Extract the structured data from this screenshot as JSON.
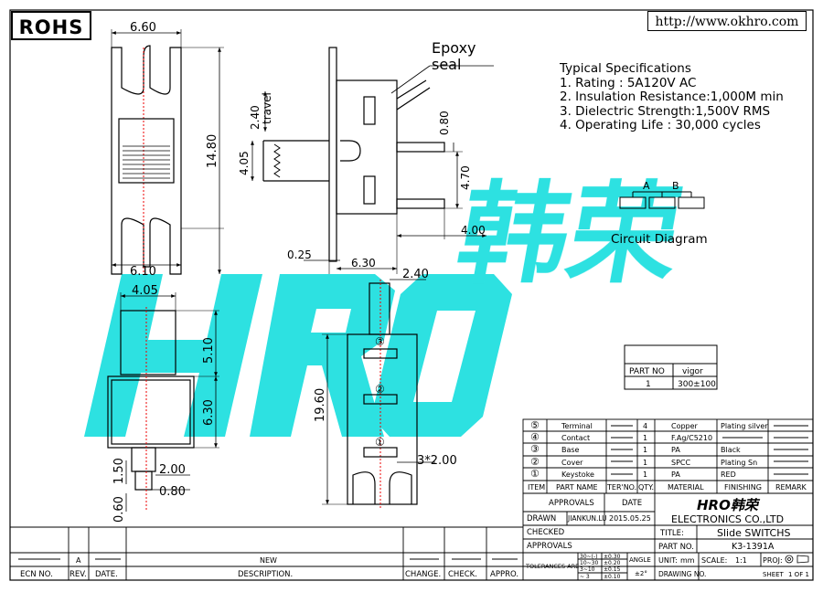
{
  "header": {
    "rohs_label": "ROHS",
    "url": "http://www.okhro.com"
  },
  "watermark": {
    "logo_letters": "HRO",
    "logo_chinese": "韩荣",
    "color": "#22e0e0"
  },
  "drawing": {
    "top_view": {
      "dims": {
        "width_top": "6.60",
        "height": "14.80",
        "width_bottom": "6.10"
      }
    },
    "side_view": {
      "epoxy_label_line1": "Epoxy",
      "epoxy_label_line2": "seal",
      "dims": {
        "travel_value": "2.40",
        "travel_label": "travel",
        "actuator_height": "4.05",
        "pin_thickness": "0.80",
        "pin_pitch": "4.70",
        "pin_length": "4.00",
        "plate_thickness": "0.25",
        "body_depth": "6.30"
      }
    },
    "front_view": {
      "dims": {
        "actuator_width": "4.05",
        "actuator_height": "5.10",
        "body_height": "6.30",
        "pin_1_50": "1.50",
        "pin_2_00": "2.00",
        "pin_0_80": "0.80",
        "pin_0_60": "0.60"
      }
    },
    "bottom_view": {
      "dims": {
        "top_width": "2.40",
        "length": "19.60",
        "pitch": "3*2.00"
      },
      "pin_labels": [
        "③",
        "②",
        "①"
      ]
    },
    "specifications": {
      "title": "Typical Specifications",
      "items": [
        "1. Rating : 5A120V AC",
        "2. Insulation Resistance:1,000M min",
        "3. Dielectric Strength:1,500V RMS",
        "4. Operating Life : 30,000 cycles"
      ]
    },
    "circuit": {
      "label_a": "A",
      "label_b": "B",
      "caption": "Circuit Diagram"
    }
  },
  "part_no_table": {
    "headers": [
      "PART NO",
      "vigor"
    ],
    "rows": [
      [
        "1",
        "300±100"
      ]
    ]
  },
  "bom": {
    "header": {
      "item": "ITEM",
      "part_name": "PART NAME",
      "ter_no": "TER'NO.",
      "qty": "QTY.",
      "material": "MATERIAL",
      "finishing": "FINISHING",
      "remark": "REMARK"
    },
    "rows": [
      {
        "item": "⑤",
        "part_name": "Terminal",
        "qty": "4",
        "material": "Copper",
        "finishing": "Plating silver"
      },
      {
        "item": "④",
        "part_name": "Contact",
        "qty": "1",
        "material": "F.Ag/C5210",
        "finishing": ""
      },
      {
        "item": "③",
        "part_name": "Base",
        "qty": "1",
        "material": "PA",
        "finishing": "Black"
      },
      {
        "item": "②",
        "part_name": "Cover",
        "qty": "1",
        "material": "SPCC",
        "finishing": "Plating Sn"
      },
      {
        "item": "①",
        "part_name": "Keystoke",
        "qty": "1",
        "material": "PA",
        "finishing": "RED"
      }
    ]
  },
  "title_block": {
    "approvals_label": "APPROVALS",
    "date_label": "DATE",
    "drawn_label": "DRAWN",
    "drawn_by": "JIANKUN.LU",
    "drawn_date": "2015.05.25",
    "checked_label": "CHECKED",
    "approvals_row_label": "APPROVALS",
    "company_logo": "HRO韩荣",
    "company_name": "ELECTRONICS  CO.,LTD",
    "title_label": "TITLE:",
    "title_value": "Slide  SWITCHS",
    "part_no_label": "PART NO.",
    "part_no_value": "K3-1391A",
    "tolerances_label": "TOLERANCES ARE",
    "tolerances": [
      {
        "range": "30~(-)",
        "tol": "±0.30"
      },
      {
        "range": "10~30",
        "tol": "±0.20"
      },
      {
        "range": "3~10",
        "tol": "±0.15"
      },
      {
        "range": "~ 3",
        "tol": "±0.10"
      }
    ],
    "angle_label": "ANGLE",
    "angle_tol": "±2°",
    "unit_label": "UNIT:",
    "unit_value": "mm",
    "scale_label": "SCALE:",
    "scale_value": "1:1",
    "proj_label": "PROJ:",
    "drawing_no_label": "DRAWING NO.",
    "sheet_label": "SHEET",
    "sheet_value": "1  OF  1"
  },
  "revision_block": {
    "headers": [
      "ECN NO.",
      "REV.",
      "DATE.",
      "DESCRIPTION.",
      "CHANGE.",
      "CHECK.",
      "APPRO."
    ],
    "row": {
      "rev": "A",
      "description": "NEW"
    }
  }
}
